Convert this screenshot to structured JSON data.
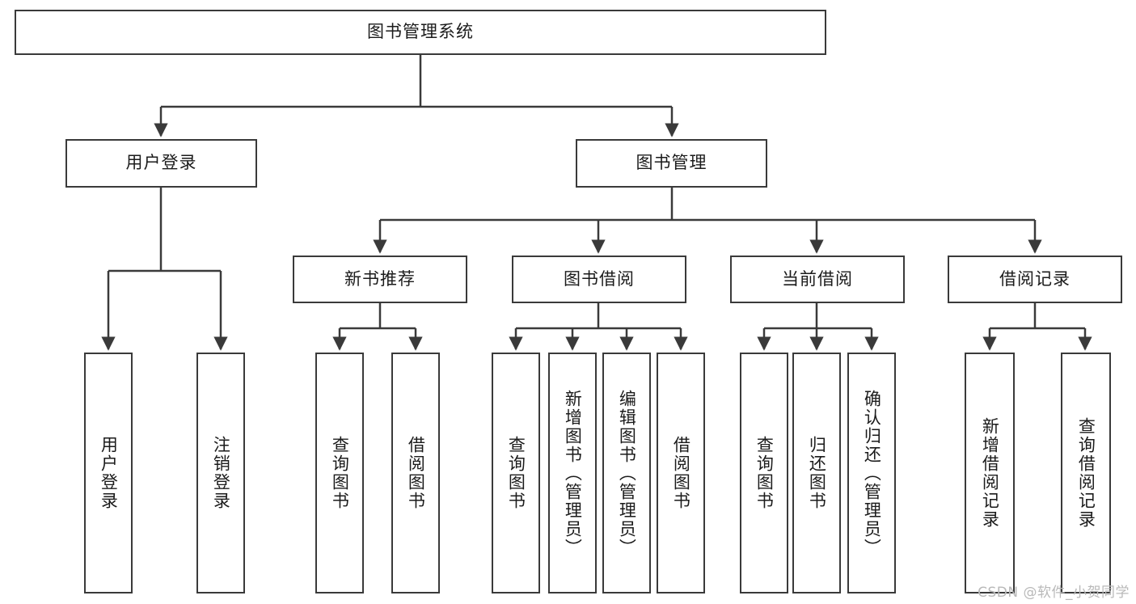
{
  "diagram": {
    "title": "图书管理系统",
    "type": "tree-structure-chart",
    "watermark": "CSDN @软件_小贺同学",
    "colors": {
      "box_border": "#3a3a3a",
      "box_fill": "#ffffff",
      "edge": "#3a3a3a",
      "text": "#1b1b1b",
      "watermark": "#b9b9b9",
      "background": "#ffffff"
    },
    "nodes": {
      "root": {
        "label": "图书管理系统"
      },
      "level2": [
        {
          "id": "user-login",
          "label": "用户登录"
        },
        {
          "id": "book-manage",
          "label": "图书管理"
        }
      ],
      "level3": [
        {
          "id": "new-book-recommend",
          "label": "新书推荐"
        },
        {
          "id": "book-borrow",
          "label": "图书借阅"
        },
        {
          "id": "current-borrow",
          "label": "当前借阅"
        },
        {
          "id": "borrow-record",
          "label": "借阅记录"
        }
      ],
      "leaves": {
        "user_login": [
          {
            "id": "leaf-user-login",
            "label": "用户登录"
          },
          {
            "id": "leaf-logout-login",
            "label": "注销登录"
          }
        ],
        "new_book_recommend": [
          {
            "id": "leaf-query-book-1",
            "label": "查询图书"
          },
          {
            "id": "leaf-borrow-book-1",
            "label": "借阅图书"
          }
        ],
        "book_borrow": [
          {
            "id": "leaf-query-book-2",
            "label": "查询图书"
          },
          {
            "id": "leaf-add-book",
            "label": "新增图书（管理员）"
          },
          {
            "id": "leaf-edit-book",
            "label": "编辑图书（管理员）"
          },
          {
            "id": "leaf-borrow-book-2",
            "label": "借阅图书"
          }
        ],
        "current_borrow": [
          {
            "id": "leaf-query-book-3",
            "label": "查询图书"
          },
          {
            "id": "leaf-return-book",
            "label": "归还图书"
          },
          {
            "id": "leaf-confirm-return",
            "label": "确认归还（管理员）"
          }
        ],
        "borrow_record": [
          {
            "id": "leaf-add-record",
            "label": "新增借阅记录"
          },
          {
            "id": "leaf-query-record",
            "label": "查询借阅记录"
          }
        ]
      }
    }
  }
}
